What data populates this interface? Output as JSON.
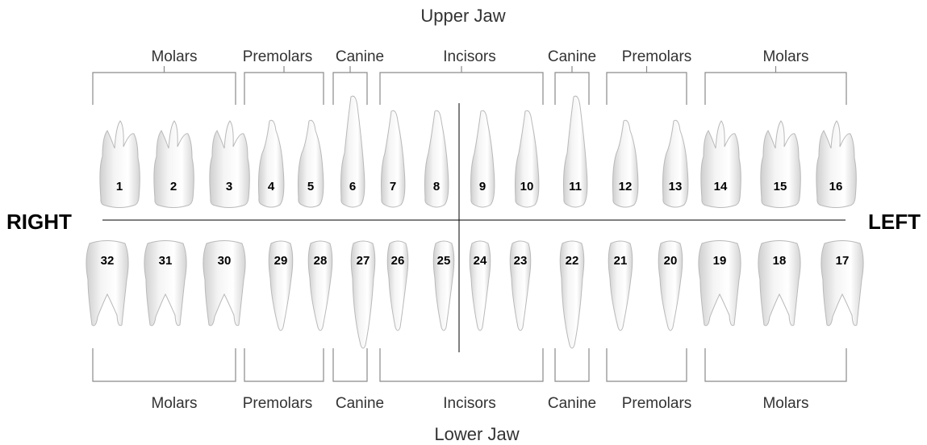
{
  "upper_jaw_title": "Upper Jaw",
  "lower_jaw_title": "Lower Jaw",
  "right_label": "RIGHT",
  "left_label": "LEFT",
  "upper_groups": [
    "Molars",
    "Premolars",
    "Canine",
    "Incisors",
    "Canine",
    "Premolars",
    "Molars"
  ],
  "lower_groups": [
    "Molars",
    "Premolars",
    "Canine",
    "Incisors",
    "Canine",
    "Premolars",
    "Molars"
  ],
  "upper_teeth": [
    {
      "number": "1",
      "type": "molar"
    },
    {
      "number": "2",
      "type": "molar"
    },
    {
      "number": "3",
      "type": "molar"
    },
    {
      "number": "4",
      "type": "premolar"
    },
    {
      "number": "5",
      "type": "premolar"
    },
    {
      "number": "6",
      "type": "canine"
    },
    {
      "number": "7",
      "type": "incisor"
    },
    {
      "number": "8",
      "type": "incisor"
    },
    {
      "number": "9",
      "type": "incisor"
    },
    {
      "number": "10",
      "type": "incisor"
    },
    {
      "number": "11",
      "type": "canine"
    },
    {
      "number": "12",
      "type": "premolar"
    },
    {
      "number": "13",
      "type": "premolar"
    },
    {
      "number": "14",
      "type": "molar"
    },
    {
      "number": "15",
      "type": "molar"
    },
    {
      "number": "16",
      "type": "molar"
    }
  ],
  "lower_teeth": [
    {
      "number": "32",
      "type": "molar"
    },
    {
      "number": "31",
      "type": "molar"
    },
    {
      "number": "30",
      "type": "molar"
    },
    {
      "number": "29",
      "type": "premolar"
    },
    {
      "number": "28",
      "type": "premolar"
    },
    {
      "number": "27",
      "type": "canine"
    },
    {
      "number": "26",
      "type": "incisor"
    },
    {
      "number": "25",
      "type": "incisor"
    },
    {
      "number": "24",
      "type": "incisor"
    },
    {
      "number": "23",
      "type": "incisor"
    },
    {
      "number": "22",
      "type": "canine"
    },
    {
      "number": "21",
      "type": "premolar"
    },
    {
      "number": "20",
      "type": "premolar"
    },
    {
      "number": "19",
      "type": "molar"
    },
    {
      "number": "18",
      "type": "molar"
    },
    {
      "number": "17",
      "type": "molar"
    }
  ]
}
